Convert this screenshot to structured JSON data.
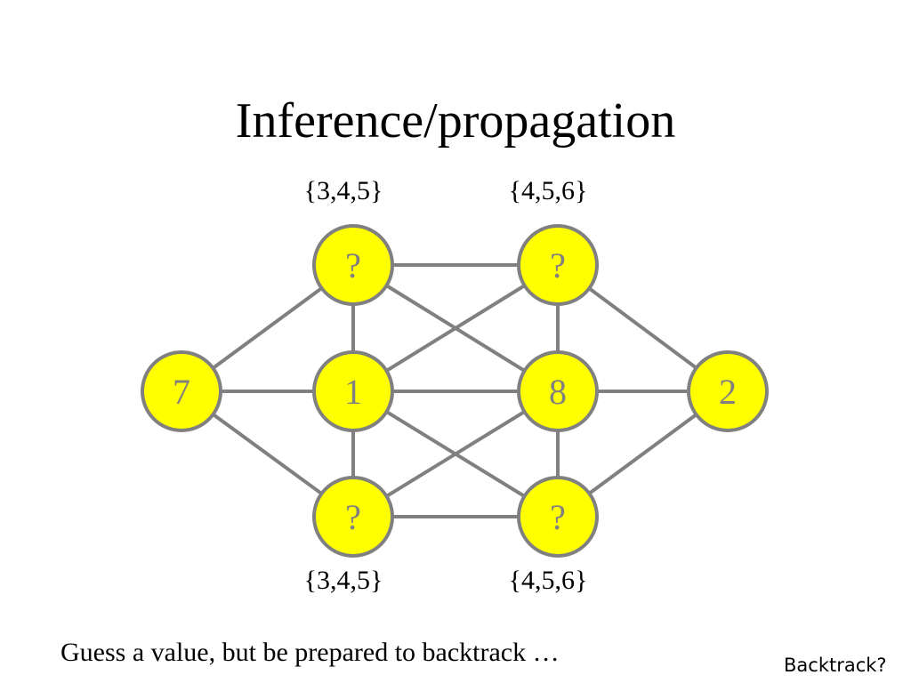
{
  "slide": {
    "title": "Inference/propagation",
    "caption": "Guess a value, but be prepared to backtrack …",
    "backtrack_label": "Backtrack?"
  },
  "colors": {
    "node_fill": "#ffff00",
    "node_stroke": "#808080",
    "edge": "#808080",
    "value_text": "#808080"
  },
  "graph": {
    "nodes": [
      {
        "id": "n7",
        "label": "7"
      },
      {
        "id": "nTL",
        "label": "?"
      },
      {
        "id": "n1",
        "label": "1"
      },
      {
        "id": "nBL",
        "label": "?"
      },
      {
        "id": "nTR",
        "label": "?"
      },
      {
        "id": "n8",
        "label": "8"
      },
      {
        "id": "nBR",
        "label": "?"
      },
      {
        "id": "n2",
        "label": "2"
      }
    ],
    "edges": [
      [
        "n7",
        "nTL"
      ],
      [
        "n7",
        "n1"
      ],
      [
        "n7",
        "nBL"
      ],
      [
        "nTL",
        "n1"
      ],
      [
        "n1",
        "nBL"
      ],
      [
        "nTR",
        "n8"
      ],
      [
        "n8",
        "nBR"
      ],
      [
        "nTL",
        "nTR"
      ],
      [
        "nTL",
        "n8"
      ],
      [
        "n1",
        "nTR"
      ],
      [
        "n1",
        "n8"
      ],
      [
        "n1",
        "nBR"
      ],
      [
        "nBL",
        "n8"
      ],
      [
        "nBL",
        "nBR"
      ],
      [
        "nTR",
        "n2"
      ],
      [
        "n8",
        "n2"
      ],
      [
        "nBR",
        "n2"
      ]
    ],
    "domains": [
      {
        "node": "nTL",
        "text": "{3,4,5}"
      },
      {
        "node": "nTR",
        "text": "{4,5,6}"
      },
      {
        "node": "nBL",
        "text": "{3,4,5}"
      },
      {
        "node": "nBR",
        "text": "{4,5,6}"
      }
    ]
  }
}
